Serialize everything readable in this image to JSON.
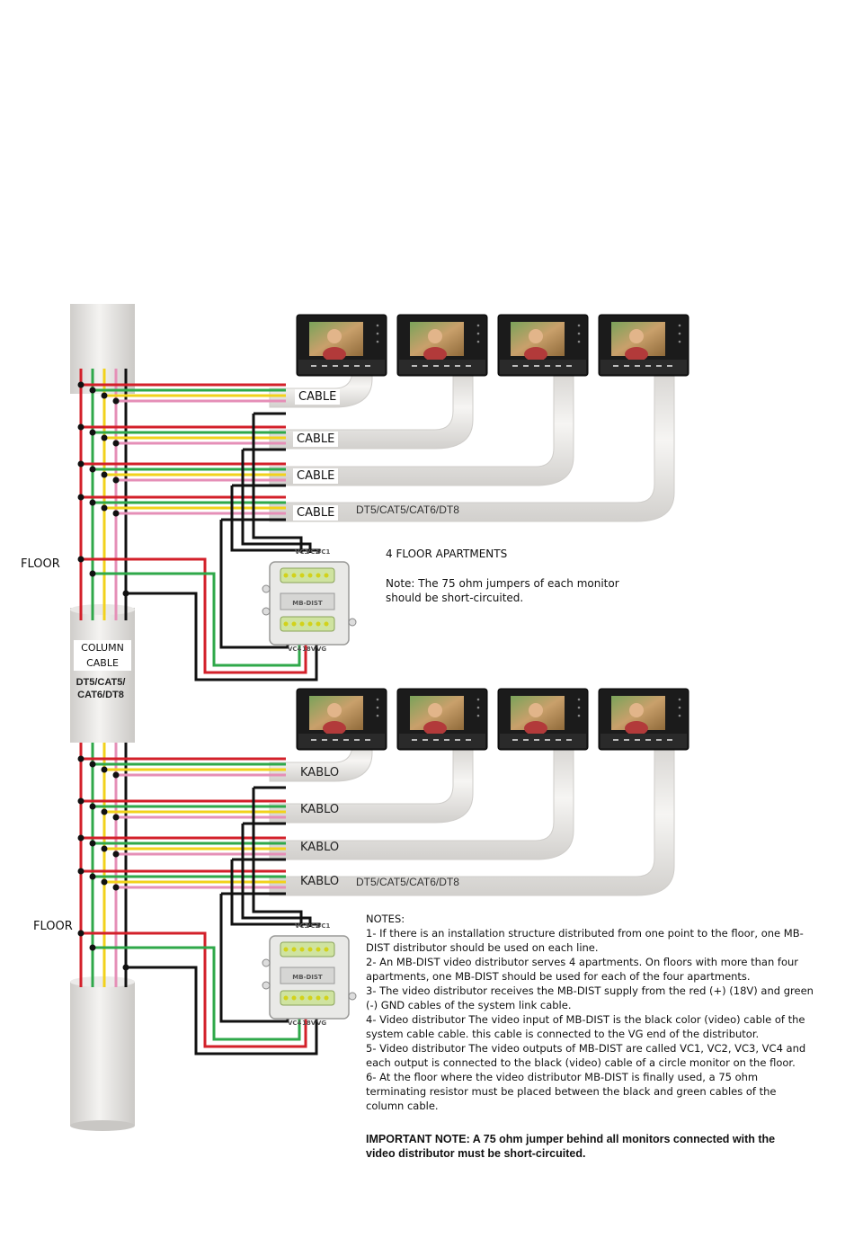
{
  "floor1": {
    "cable_labels": [
      "CABLE",
      "CABLE",
      "CABLE",
      "CABLE"
    ],
    "cable_type": "DT5/CAT5/CAT6/DT8",
    "floor_label": "FLOOR",
    "title": "4 FLOOR APARTMENTS",
    "note": "Note: The 75 ohm jumpers of each monitor should be short-circuited."
  },
  "column": {
    "label": "COLUMN CABLE",
    "type": "DT5/CAT5/ CAT6/DT8"
  },
  "floor2": {
    "cable_labels": [
      "KABLO",
      "KABLO",
      "KABLO",
      "KABLO"
    ],
    "cable_type": "DT5/CAT5/CAT6/DT8",
    "floor_label": "FLOOR"
  },
  "distributor": {
    "name": "MB-DIST",
    "top_terminals": [
      "VC3",
      "VC2",
      "VC1"
    ],
    "bottom_terminals": [
      "VC4",
      "18V",
      "VG"
    ]
  },
  "notes": {
    "heading": "NOTES:",
    "items": [
      "1- If there is an installation structure distributed from one point to the floor, one MB-DIST distributor should be used on each line.",
      "2- An MB-DIST video distributor serves 4 apartments. On floors with more than four apartments, one MB-DIST should be used for each of the four apartments.",
      "3- The video distributor receives the MB-DIST supply from the red (+) (18V) and green (-) GND cables of the system link cable.",
      "4- Video distributor The video input of MB-DIST is the black color (video) cable of the system cable cable. this cable is connected to the VG end of the distributor.",
      "5- Video distributor The video outputs of MB-DIST are called VC1, VC2, VC3, VC4 and each output is connected to the black (video) cable of a circle monitor on the floor.",
      "6- At the floor where the video distributor MB-DIST is finally used, a 75 ohm terminating resistor must be placed between the black and green cables of the column cable."
    ],
    "important": "IMPORTANT NOTE: A 75 ohm jumper behind all monitors connected with the video distributor must be short-circuited."
  },
  "colors": {
    "red": "#d3202a",
    "green": "#2fa84a",
    "yellow": "#f2d21b",
    "pink": "#e58fb7",
    "black": "#111111",
    "pipe": "#e6e4e1",
    "monitor": "#1b1b1b"
  }
}
